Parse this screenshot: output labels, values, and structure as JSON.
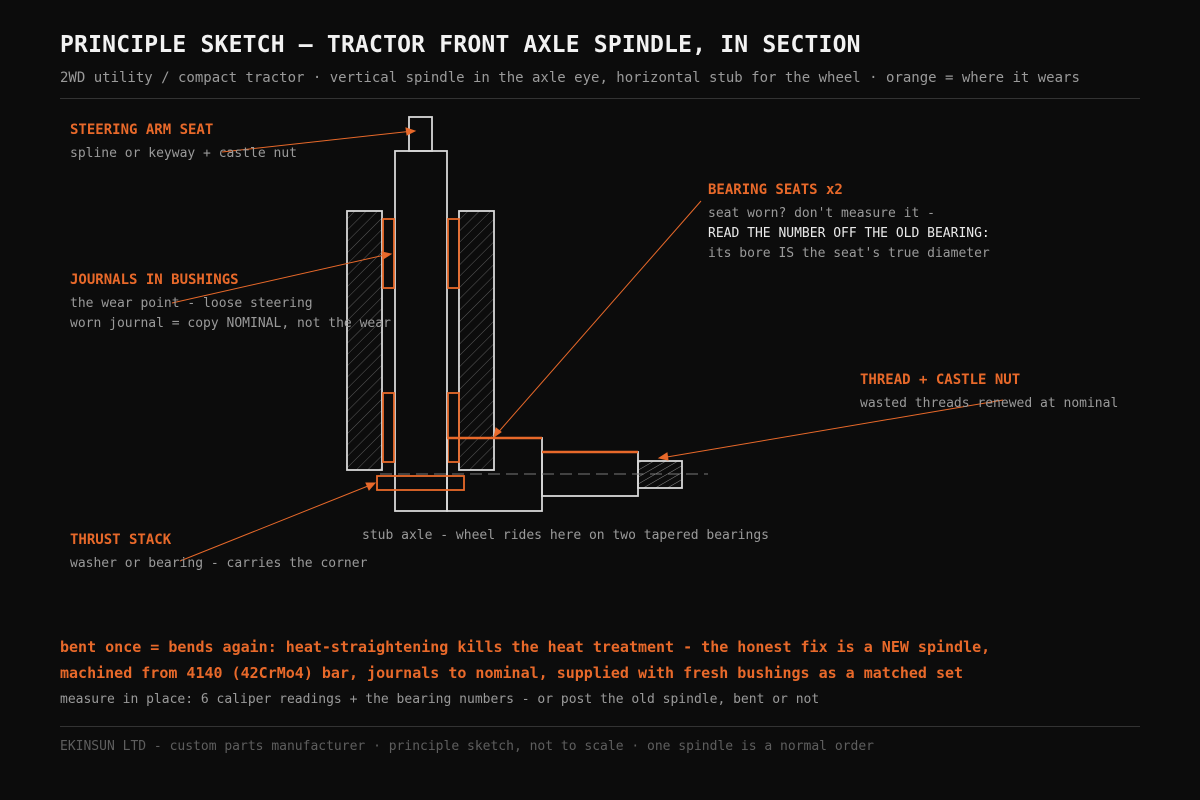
{
  "header": {
    "title": "PRINCIPLE SKETCH — TRACTOR FRONT AXLE SPINDLE, IN SECTION",
    "subtitle": "2WD utility / compact tractor · vertical spindle in the axle eye, horizontal stub for the wheel · orange = where it wears"
  },
  "callouts": {
    "steering_arm": {
      "title": "STEERING ARM SEAT",
      "lines": [
        "spline or keyway + castle nut"
      ]
    },
    "journals": {
      "title": "JOURNALS IN BUSHINGS",
      "lines": [
        "the wear point - loose steering",
        "worn journal = copy NOMINAL, not the wear"
      ]
    },
    "bearing_seats": {
      "title": "BEARING SEATS x2",
      "lines": [
        "seat worn? don't measure it -",
        "READ THE NUMBER OFF THE OLD BEARING:",
        "its bore IS the seat's true diameter"
      ]
    },
    "thread": {
      "title": "THREAD + CASTLE NUT",
      "lines": [
        "wasted threads renewed at nominal"
      ]
    },
    "thrust": {
      "title": "THRUST STACK",
      "lines": [
        "washer or bearing - carries the corner"
      ]
    }
  },
  "stub_caption": "stub axle - wheel rides here on two tapered bearings",
  "notes": {
    "line1": "bent once = bends again: heat-straightening kills the heat treatment - the honest fix is a NEW spindle,",
    "line2": "machined from 4140 (42CrMo4) bar, journals to nominal, supplied with fresh bushings as a matched set",
    "line3": "measure in place: 6 caliper readings + the bearing numbers - or post the old spindle, bent or not"
  },
  "footer": "EKINSUN LTD - custom parts manufacturer · principle sketch, not to scale · one spindle is a normal order",
  "colors": {
    "background": "#0c0c0c",
    "accent": "#e8692a",
    "outline": "#d8d8d8",
    "muted": "#9a9a9a"
  }
}
